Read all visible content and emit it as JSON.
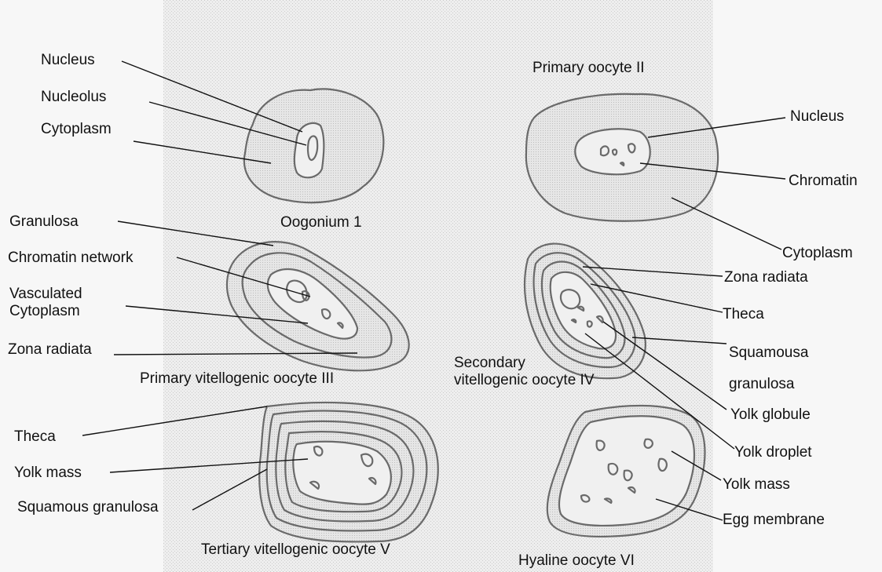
{
  "panels": {
    "oogonium": {
      "title": "Oogonium 1",
      "labels": {
        "nucleus": "Nucleus",
        "nucleolus": "Nucleolus",
        "cytoplasm": "Cytoplasm"
      }
    },
    "primary_oocyte": {
      "title": "Primary oocyte II",
      "labels": {
        "nucleus": "Nucleus",
        "chromatin": "Chromatin",
        "cytoplasm": "Cytoplasm"
      }
    },
    "primary_vitellogenic": {
      "title": "Primary vitellogenic oocyte III",
      "labels": {
        "granulosa": "Granulosa",
        "chromatin_network": "Chromatin network",
        "vasculated_cytoplasm": "Vasculated Cytoplasm",
        "zona_radiata": "Zona radiata"
      }
    },
    "secondary_vitellogenic": {
      "title": "Secondary vitellogenic oocyte IV",
      "labels": {
        "zona_radiata": "Zona radiata",
        "theca": "Theca",
        "squamousa_granulosa": "Squamousa granulosa",
        "yolk_globule": "Yolk globule",
        "yolk_droplet": "Yolk droplet"
      }
    },
    "tertiary_vitellogenic": {
      "title": "Tertiary vitellogenic oocyte V",
      "labels": {
        "theca": "Theca",
        "yolk_mass": "Yolk mass",
        "squamous_granulosa": "Squamous granulosa"
      }
    },
    "hyaline": {
      "title": "Hyaline oocyte VI",
      "labels": {
        "yolk_mass": "Yolk mass",
        "egg_membrane": "Egg membrane"
      }
    }
  }
}
